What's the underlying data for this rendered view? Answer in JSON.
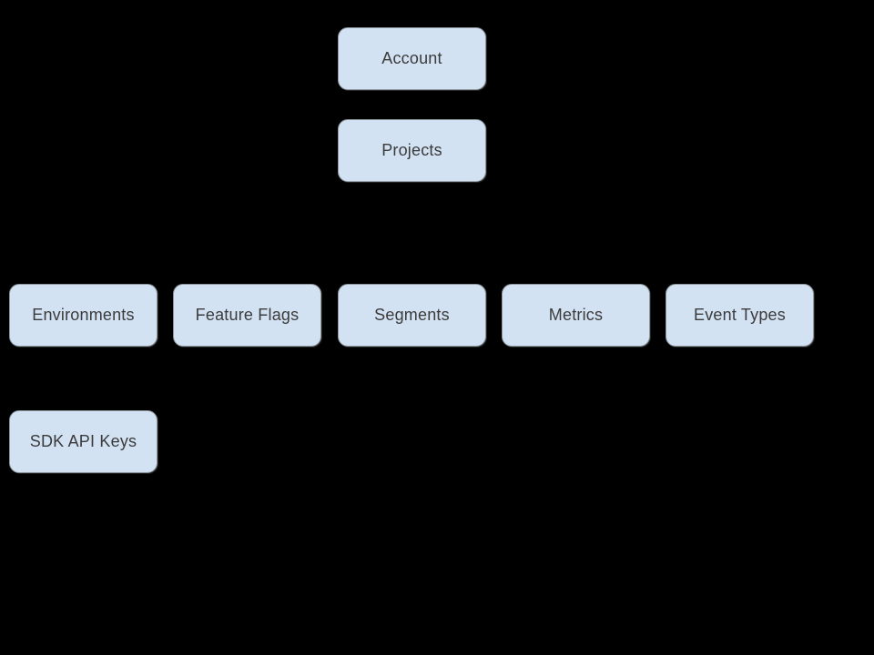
{
  "diagram": {
    "background_color": "#000000",
    "node_fill_color": "#d3e2f3",
    "node_border_color": "#8f979e",
    "node_text_color": "#3b3b3b",
    "nodes": {
      "account": {
        "label": "Account"
      },
      "projects": {
        "label": "Projects"
      },
      "environments": {
        "label": "Environments"
      },
      "feature_flags": {
        "label": "Feature Flags"
      },
      "segments": {
        "label": "Segments"
      },
      "metrics": {
        "label": "Metrics"
      },
      "event_types": {
        "label": "Event Types"
      },
      "sdk_api_keys": {
        "label": "SDK API Keys"
      }
    }
  }
}
